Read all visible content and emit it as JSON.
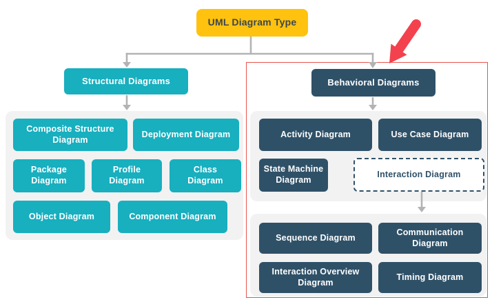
{
  "root": {
    "label": "UML Diagram Type"
  },
  "structural": {
    "header": "Structural Diagrams",
    "children": [
      {
        "label": "Composite Structure Diagram"
      },
      {
        "label": "Deployment Diagram"
      },
      {
        "label": "Package Diagram"
      },
      {
        "label": "Profile Diagram"
      },
      {
        "label": "Class Diagram"
      },
      {
        "label": "Object Diagram"
      },
      {
        "label": "Component Diagram"
      }
    ]
  },
  "behavioral": {
    "header": "Behavioral Diagrams",
    "children": [
      {
        "label": "Activity Diagram"
      },
      {
        "label": "Use Case Diagram"
      },
      {
        "label": "State Machine Diagram"
      },
      {
        "label": "Interaction Diagram"
      }
    ],
    "interaction_children": [
      {
        "label": "Sequence Diagram"
      },
      {
        "label": "Communication Diagram"
      },
      {
        "label": "Interaction Overview Diagram"
      },
      {
        "label": "Timing Diagram"
      }
    ]
  },
  "colors": {
    "root_fill": "#FFC20E",
    "structural_fill": "#18AFBF",
    "behavioral_fill": "#2F5168",
    "panel_fill": "#F2F2F2",
    "connector": "#B3B3B3",
    "highlight_frame": "#E8534E",
    "annotation_arrow": "#F4414E"
  }
}
